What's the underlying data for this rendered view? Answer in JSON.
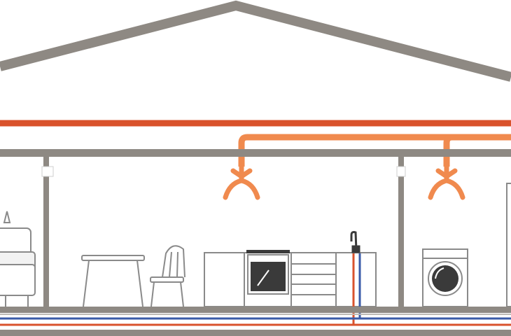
{
  "colors": {
    "structure": "#8e8983",
    "furniture": "#8a8a8a",
    "supply_duct": "#d9522c",
    "vent_duct": "#f08a4e",
    "hot_water": "#d9522c",
    "cold_water": "#3a5ba8",
    "appliance_dark": "#3a3a3a",
    "background": "#ffffff"
  },
  "rooms": [
    "bedroom",
    "kitchen-dining",
    "utility"
  ],
  "icons": [
    "roof",
    "ceiling-duct",
    "vent-outlet",
    "sofa",
    "table",
    "chair",
    "kitchen-cabinets",
    "oven",
    "drawers",
    "tap",
    "washing-machine",
    "underfloor-pipes"
  ]
}
